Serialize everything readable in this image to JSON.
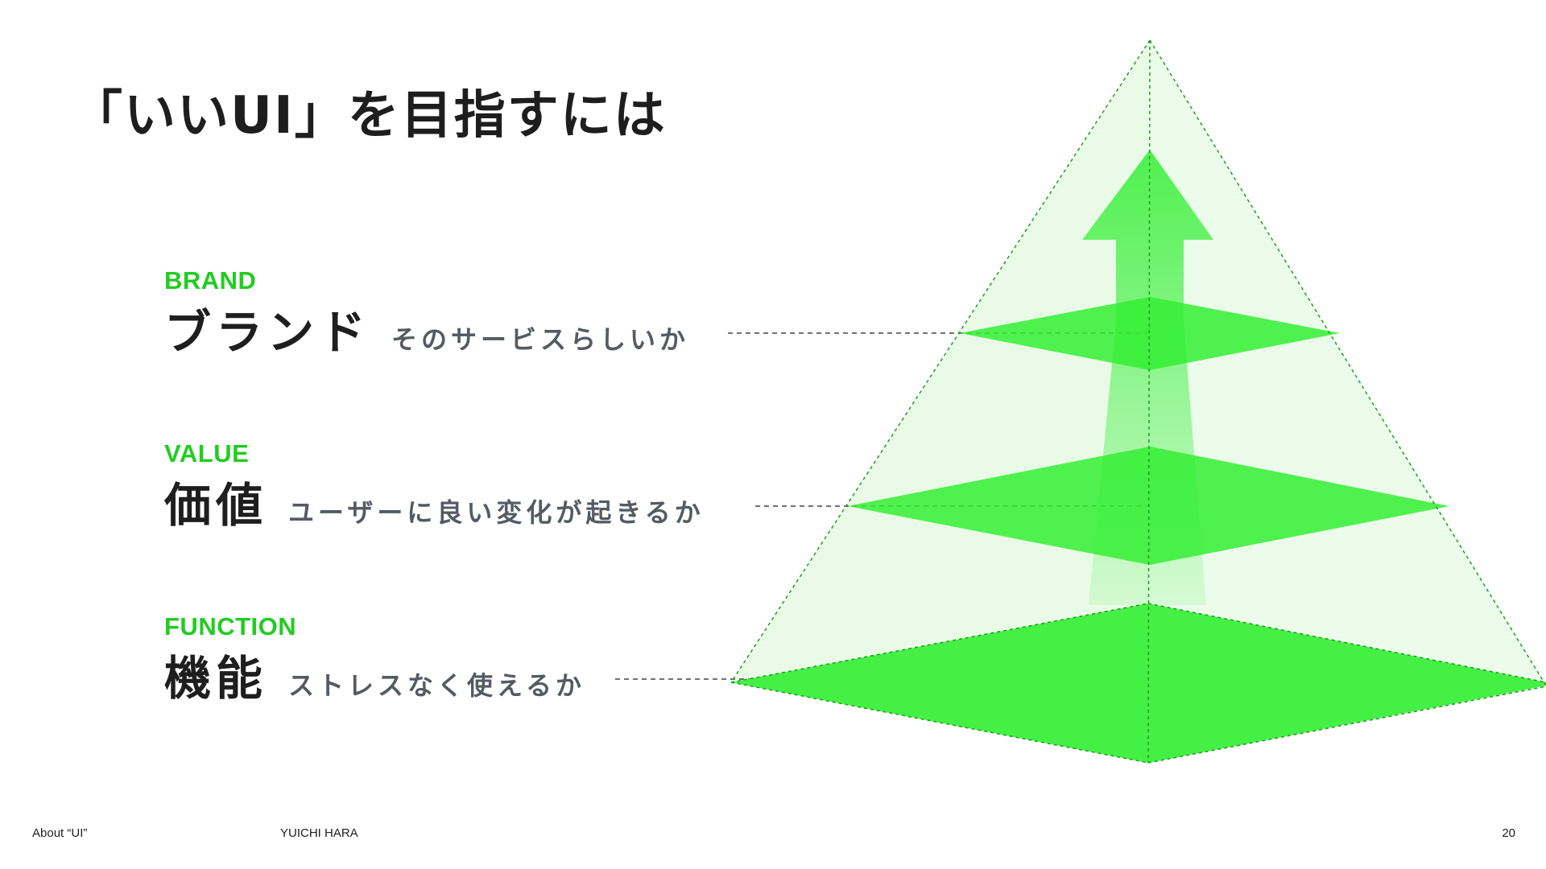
{
  "slide": {
    "title": "「いいUI」を目指すには"
  },
  "layers": {
    "brand": {
      "eyebrow": "BRAND",
      "name": "ブランド",
      "description": "そのサービスらしいか"
    },
    "value": {
      "eyebrow": "VALUE",
      "name": "価値",
      "description": "ユーザーに良い変化が起きるか"
    },
    "function": {
      "eyebrow": "FUNCTION",
      "name": "機能",
      "description": "ストレスなく使えるか"
    }
  },
  "footer": {
    "deck_title": "About “UI”",
    "author": "YUICHI HARA",
    "page_number": "20"
  },
  "colors": {
    "accent": "#22cc22",
    "plane": "#33ee33",
    "pyramid_fill": "#e8fbe6",
    "text_dark": "#1e1e1e",
    "text_gray": "#555a63"
  },
  "icons": {
    "pyramid": "pyramid-diagram",
    "arrow": "up-arrow-icon"
  }
}
